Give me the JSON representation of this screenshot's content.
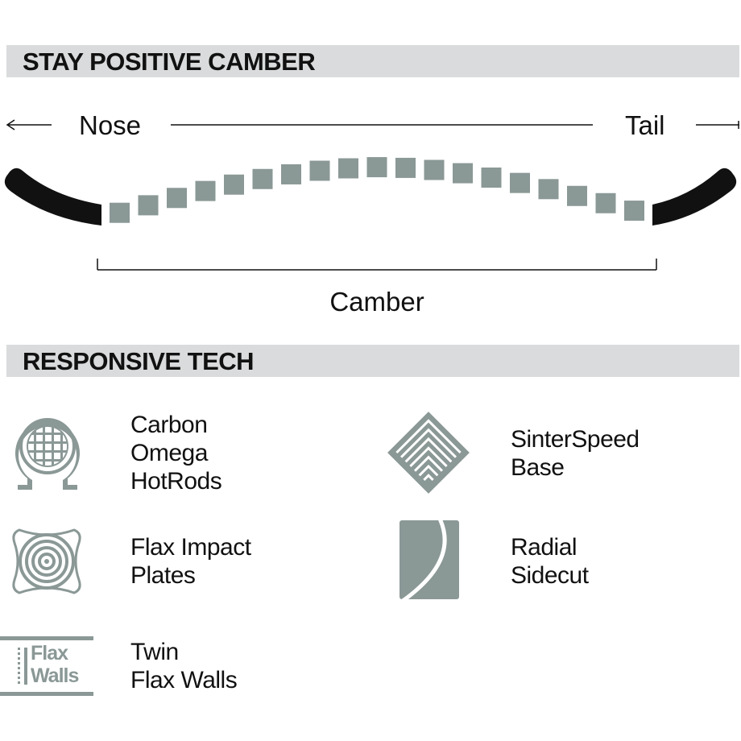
{
  "section_camber": {
    "title": "STAY POSITIVE CAMBER",
    "nose_label": "Nose",
    "tail_label": "Tail",
    "camber_label": "Camber"
  },
  "section_tech": {
    "title": "RESPONSIVE TECH",
    "items": [
      {
        "icon": "carbon-omega-icon",
        "lines": [
          "Carbon",
          "Omega",
          "HotRods"
        ]
      },
      {
        "icon": "sinterspeed-base-icon",
        "lines": [
          "SinterSpeed",
          "Base"
        ]
      },
      {
        "icon": "flax-impact-plates-icon",
        "lines": [
          "Flax Impact",
          "Plates"
        ]
      },
      {
        "icon": "radial-sidecut-icon",
        "lines": [
          "Radial",
          "Sidecut"
        ]
      },
      {
        "icon": "flax-walls-icon",
        "lines": [
          "Twin",
          "Flax Walls"
        ],
        "icon_text": [
          "Flax",
          "Walls"
        ]
      }
    ]
  },
  "colors": {
    "accent_gray": "#8a9896",
    "band_gray": "#d9dbdc",
    "ink": "#111111"
  }
}
